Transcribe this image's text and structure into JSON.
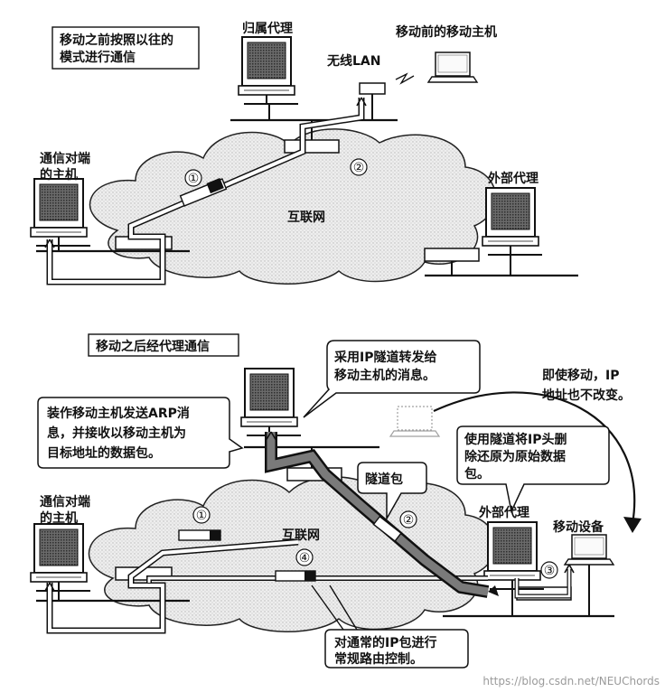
{
  "top": {
    "title_line1": "移动之前按照以往的",
    "title_line2": "模式进行通信",
    "home_agent": "归属代理",
    "mobile_host_before": "移动前的移动主机",
    "wireless_lan": "无线LAN",
    "peer_line1": "通信对端",
    "peer_line2": "的主机",
    "foreign_agent": "外部代理",
    "internet": "互联网",
    "marker1": "①",
    "marker2": "②"
  },
  "bottom": {
    "title": "移动之后经代理通信",
    "callout_tunnel_line1": "采用IP隧道转发给",
    "callout_tunnel_line2": "移动主机的消息。",
    "callout_arp_line1": "装作移动主机发送ARP消",
    "callout_arp_line2": "息，并接收以移动主机为",
    "callout_arp_line3": "目标地址的数据包。",
    "callout_ip_line1": "即使移动，IP",
    "callout_ip_line2": "地址也不改变。",
    "callout_strip_line1": "使用隧道将IP头删",
    "callout_strip_line2": "除还原为原始数据",
    "callout_strip_line3": "包。",
    "tunnel_packet": "隧道包",
    "peer_line1": "通信对端",
    "peer_line2": "的主机",
    "foreign_agent": "外部代理",
    "mobile_device": "移动设备",
    "internet": "互联网",
    "routing_line1": "对通常的IP包进行",
    "routing_line2": "常规路由控制。",
    "marker1": "①",
    "marker2": "②",
    "marker3": "③",
    "marker4": "④"
  },
  "watermark": "https://blog.csdn.net/NEUChords",
  "colors": {
    "line": "#111111",
    "cloud": "#e6e6e6",
    "screen": "#5a5a5a"
  }
}
